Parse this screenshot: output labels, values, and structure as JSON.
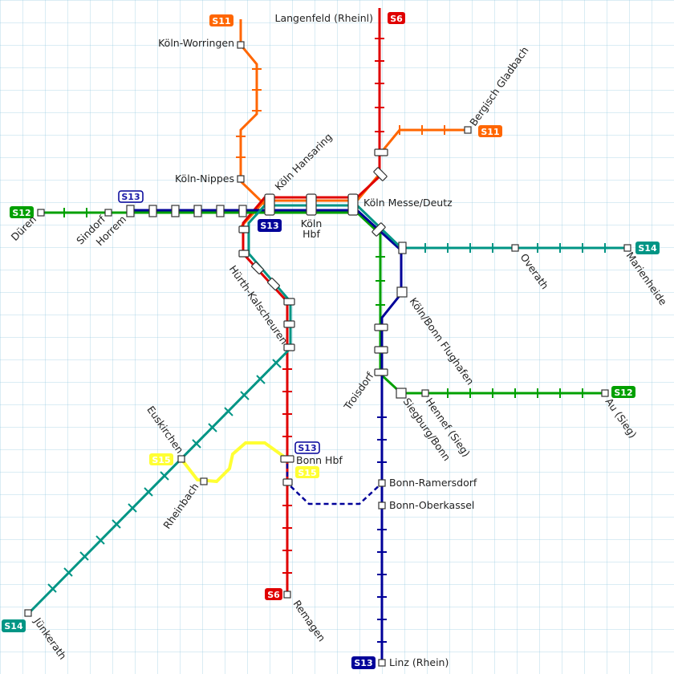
{
  "colors": {
    "S6": "#e00000",
    "S11": "#ff6600",
    "S12": "#00a000",
    "S13": "#000099",
    "S14": "#009585",
    "S15": "#ffff33"
  },
  "badges": {
    "s11_top": "S11",
    "s6_top": "S6",
    "s11_right": "S11",
    "s12_left": "S12",
    "s13_horrem": "S13",
    "s13_koeln": "S13",
    "s14_right": "S14",
    "s12_right": "S12",
    "s15_left": "S15",
    "s13_bonn": "S13",
    "s15_bonn": "S15",
    "s6_bottom": "S6",
    "s14_bottom": "S14",
    "s13_bottom": "S13"
  },
  "stations": {
    "langenfeld": "Langenfeld (Rheinl)",
    "worringen": "Köln-Worringen",
    "bergisch": "Bergisch Gladbach",
    "nippes": "Köln-Nippes",
    "hansaring": "Köln Hansaring",
    "messe": "Köln Messe/Deutz",
    "hbf_1": "Köln",
    "hbf_2": "Hbf",
    "dueren": "Düren",
    "sindorf": "Sindorf",
    "horrem": "Horrem",
    "overath": "Overath",
    "marienheide": "Marienheide",
    "huerth": "Hürth-Kalscheuren",
    "flughafen": "Köln/Bonn Flughafen",
    "troisdorf": "Troisdorf",
    "siegburg": "Siegburg/Bonn",
    "hennef": "Hennef (Sieg)",
    "au": "Au (Sieg)",
    "euskirchen": "Euskirchen",
    "rheinbach": "Rheinbach",
    "bonn_hbf": "Bonn Hbf",
    "ramersdorf": "Bonn-Ramersdorf",
    "oberkassel": "Bonn-Oberkassel",
    "remagen": "Remagen",
    "juenkerath": "Jünkerath",
    "linz": "Linz (Rhein)"
  }
}
